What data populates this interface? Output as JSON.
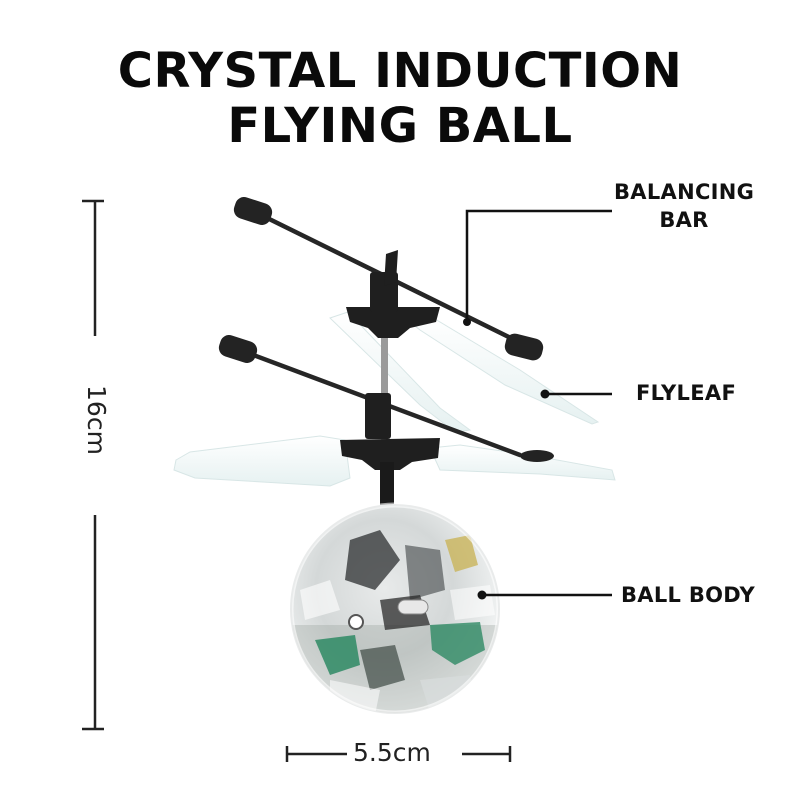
{
  "title": {
    "line1": "CRYSTAL INDUCTION",
    "line2": "FLYING BALL"
  },
  "callouts": {
    "balancing_bar": {
      "line1": "BALANCING",
      "line2": "BAR"
    },
    "flyleaf": "FLYLEAF",
    "ball_body": "BALL BODY"
  },
  "dimensions": {
    "height": "16cm",
    "width": "5.5cm"
  },
  "colors": {
    "text": "#111111",
    "frame": "#1e1e1e",
    "blade": "#f2f8f8",
    "ball_green": "#2e8a64",
    "ball_yellow": "#c9b45a"
  }
}
